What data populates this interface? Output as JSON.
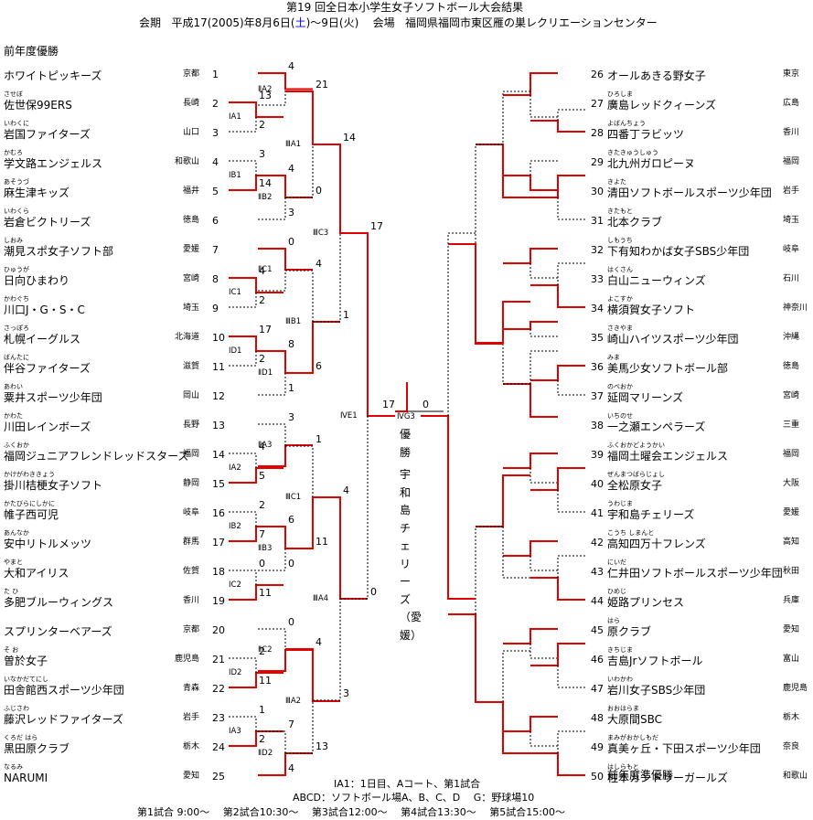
{
  "header": {
    "title": "第19 回全日本小学生女子ソフトボール大会結果",
    "period_label": "会期",
    "period_a": "平成17(2005)年8月6日(",
    "period_sat": "土",
    "period_b": ")～9日(火)",
    "venue_label": "会場",
    "venue": "福岡県福岡市東区雁の巣レクリエーションセンター"
  },
  "labels": {
    "prev_champion": "前年度優勝",
    "prev_runner_up": "前年度準優勝",
    "final_code": "ⅣG3",
    "champion_label": "優勝",
    "champion_name": "宇和島チェリーズ（愛媛）"
  },
  "teams": [
    {
      "n": "1",
      "name": "ホワイトピッキーズ",
      "ruby": "",
      "pref": "京都"
    },
    {
      "n": "2",
      "name": "佐世保99ERS",
      "ruby": "させぼ",
      "pref": "長崎"
    },
    {
      "n": "3",
      "name": "岩国ファイターズ",
      "ruby": "いわくに",
      "pref": "山口"
    },
    {
      "n": "4",
      "name": "学文路エンジェルス",
      "ruby": "かむろ",
      "pref": "和歌山"
    },
    {
      "n": "5",
      "name": "麻生津キッズ",
      "ruby": "あそうづ",
      "pref": "福井"
    },
    {
      "n": "6",
      "name": "岩倉ビクトリーズ",
      "ruby": "いわくら",
      "pref": "徳島"
    },
    {
      "n": "7",
      "name": "潮見スポ女子ソフト部",
      "ruby": "しおみ",
      "pref": "愛媛"
    },
    {
      "n": "8",
      "name": "日向ひまわり",
      "ruby": "ひゅうが",
      "pref": "宮崎"
    },
    {
      "n": "9",
      "name": "川口J・G・S・C",
      "ruby": "かわぐち",
      "pref": "埼玉"
    },
    {
      "n": "10",
      "name": "札幌イーグルス",
      "ruby": "さっぽろ",
      "pref": "北海道"
    },
    {
      "n": "11",
      "name": "伴谷ファイターズ",
      "ruby": "ばんたに",
      "pref": "滋賀"
    },
    {
      "n": "12",
      "name": "粟井スポーツ少年団",
      "ruby": "あわい",
      "pref": "岡山"
    },
    {
      "n": "13",
      "name": "川田レインボーズ",
      "ruby": "かわた",
      "pref": "長野"
    },
    {
      "n": "14",
      "name": "福岡ジュニアフレンドレッドスターズ",
      "ruby": "ふくおか",
      "pref": "福岡"
    },
    {
      "n": "15",
      "name": "掛川桔梗女子ソフト",
      "ruby": "かけがわききょう",
      "pref": "静岡"
    },
    {
      "n": "16",
      "name": "帷子西可児",
      "ruby": "かたびらにしかに",
      "pref": "岐阜"
    },
    {
      "n": "17",
      "name": "安中リトルメッツ",
      "ruby": "あんなか",
      "pref": "群馬"
    },
    {
      "n": "18",
      "name": "大和アイリス",
      "ruby": "やまと",
      "pref": "佐賀"
    },
    {
      "n": "19",
      "name": "多肥ブルーウィングス",
      "ruby": "た ひ",
      "pref": "香川"
    },
    {
      "n": "20",
      "name": "スプリンターベアーズ",
      "ruby": "",
      "pref": "京都"
    },
    {
      "n": "21",
      "name": "曽於女子",
      "ruby": "そ お",
      "pref": "鹿児島"
    },
    {
      "n": "22",
      "name": "田舎館西スポーツ少年団",
      "ruby": "いなかだてにし",
      "pref": "青森"
    },
    {
      "n": "23",
      "name": "藤沢レッドファイターズ",
      "ruby": "ふじさわ",
      "pref": "岩手"
    },
    {
      "n": "24",
      "name": "黒田原クラブ",
      "ruby": "くろだ はら",
      "pref": "栃木"
    },
    {
      "n": "25",
      "name": "NARUMI",
      "ruby": "なるみ",
      "pref": "愛知"
    },
    {
      "n": "26",
      "name": "オールあきる野女子",
      "ruby": "",
      "pref": "東京"
    },
    {
      "n": "27",
      "name": "廣島レッドクィーンズ",
      "ruby": "ひろしま",
      "pref": "広島"
    },
    {
      "n": "28",
      "name": "四番丁ラビッツ",
      "ruby": "よばんちょう",
      "pref": "香川"
    },
    {
      "n": "29",
      "name": "北九州ガロピーヌ",
      "ruby": "きたきゅうしゅう",
      "pref": "福岡"
    },
    {
      "n": "30",
      "name": "清田ソフトボールスポーツ少年団",
      "ruby": "きよた",
      "pref": "岩手"
    },
    {
      "n": "31",
      "name": "北本クラブ",
      "ruby": "きたもと",
      "pref": "埼玉"
    },
    {
      "n": "32",
      "name": "下有知わかば女子SBS少年団",
      "ruby": "しもうち",
      "pref": "岐阜"
    },
    {
      "n": "33",
      "name": "白山ニューウィンズ",
      "ruby": "はくさん",
      "pref": "石川"
    },
    {
      "n": "34",
      "name": "横須賀女子ソフト",
      "ruby": "よこすか",
      "pref": "神奈川"
    },
    {
      "n": "35",
      "name": "崎山ハイツスポーツ少年団",
      "ruby": "さきやま",
      "pref": "沖縄"
    },
    {
      "n": "36",
      "name": "美馬少女ソフトボール部",
      "ruby": "みま",
      "pref": "徳島"
    },
    {
      "n": "37",
      "name": "延岡マリーンズ",
      "ruby": "のべおか",
      "pref": "宮崎"
    },
    {
      "n": "38",
      "name": "一之瀬エンペラーズ",
      "ruby": "いちのせ",
      "pref": "三重"
    },
    {
      "n": "39",
      "name": "福岡土曜会エンジェルス",
      "ruby": "ふくおかどようかい",
      "pref": "福岡"
    },
    {
      "n": "40",
      "name": "全松原女子",
      "ruby": "ぜんまつばらじょし",
      "pref": "大阪"
    },
    {
      "n": "41",
      "name": "宇和島チェリーズ",
      "ruby": "うわじま",
      "pref": "愛媛"
    },
    {
      "n": "42",
      "name": "高知四万十フレンズ",
      "ruby": "こうち しまんと",
      "pref": "高知"
    },
    {
      "n": "43",
      "name": "仁井田ソフトボールスポーツ少年団",
      "ruby": "にいだ",
      "pref": "秋田"
    },
    {
      "n": "44",
      "name": "姫路プリンセス",
      "ruby": "ひめじ",
      "pref": "兵庫"
    },
    {
      "n": "45",
      "name": "原クラブ",
      "ruby": "はら",
      "pref": "愛知"
    },
    {
      "n": "46",
      "name": "吉島Jrソフトボール",
      "ruby": "きちじま",
      "pref": "富山"
    },
    {
      "n": "47",
      "name": "岩川女子SBS少年団",
      "ruby": "いわかわ",
      "pref": "鹿児島"
    },
    {
      "n": "48",
      "name": "大原間SBC",
      "ruby": "おおはらま",
      "pref": "栃木"
    },
    {
      "n": "49",
      "name": "真美ヶ丘・下田スポーツ少年団",
      "ruby": "まみがおかしもだ",
      "pref": "奈良"
    },
    {
      "n": "50",
      "name": "柱本カントリーガールズ",
      "ruby": "はしらもと",
      "pref": "和歌山"
    }
  ],
  "games": [
    {
      "code": "ⅡA2",
      "sa": "4",
      "sb": ""
    },
    {
      "code": "ⅠA1",
      "sa": "13",
      "sb": "2"
    },
    {
      "code": "ⅠB1",
      "sa": "3",
      "sb": "14"
    },
    {
      "code": "ⅡB2",
      "sa": "4",
      "sb": "3"
    },
    {
      "code": "ⅢA1",
      "sa": "21",
      "sb": "0"
    },
    {
      "code": "ⅡC1",
      "sa": "0",
      "sb": ""
    },
    {
      "code": "ⅠC1",
      "sa": "4",
      "sb": "2"
    },
    {
      "code": "ⅠD1",
      "sa": "17",
      "sb": "2"
    },
    {
      "code": "ⅡD1",
      "sa": "8",
      "sb": "1"
    },
    {
      "code": "ⅢB1",
      "sa": "4",
      "sb": "6"
    },
    {
      "code": "ⅢC3",
      "sa": "14",
      "sb": "1"
    },
    {
      "code": "ⅡA3",
      "sa": "3",
      "sb": ""
    },
    {
      "code": "ⅠA2",
      "sa": "4",
      "sb": "5"
    },
    {
      "code": "ⅠB2",
      "sa": "2",
      "sb": "7"
    },
    {
      "code": "ⅡB3",
      "sa": "6",
      "sb": "0"
    },
    {
      "code": "ⅢC1",
      "sa": "1",
      "sb": "11"
    },
    {
      "code": "ⅠC2",
      "sa": "0",
      "sb": "11"
    },
    {
      "code": "ⅡC2",
      "sa": "0",
      "sb": ""
    },
    {
      "code": "ⅠD2",
      "sa": "2",
      "sb": "11"
    },
    {
      "code": "ⅠA3",
      "sa": "1",
      "sb": "2"
    },
    {
      "code": "ⅡD2",
      "sa": "7",
      "sb": "4"
    },
    {
      "code": "ⅢA2",
      "sa": "4",
      "sb": "13"
    },
    {
      "code": "ⅢA4",
      "sa": "4",
      "sb": "3"
    },
    {
      "code": "ⅣE1",
      "sa": "17",
      "sb": "0"
    }
  ],
  "footer": {
    "line1": "ⅠA1：1日目、Aコート、第1試合",
    "line2": "ABCD：ソフトボール場A、B、C、D　 G：野球場10",
    "line3": "第1試合  9:00～　 第2試合10:30～　 第3試合12:00～　 第4試合13:30～　 第5試合15:00～"
  },
  "colors": {
    "winner_line": "#e00000",
    "loser_line": "#000000",
    "saturday": "#0000ee"
  }
}
